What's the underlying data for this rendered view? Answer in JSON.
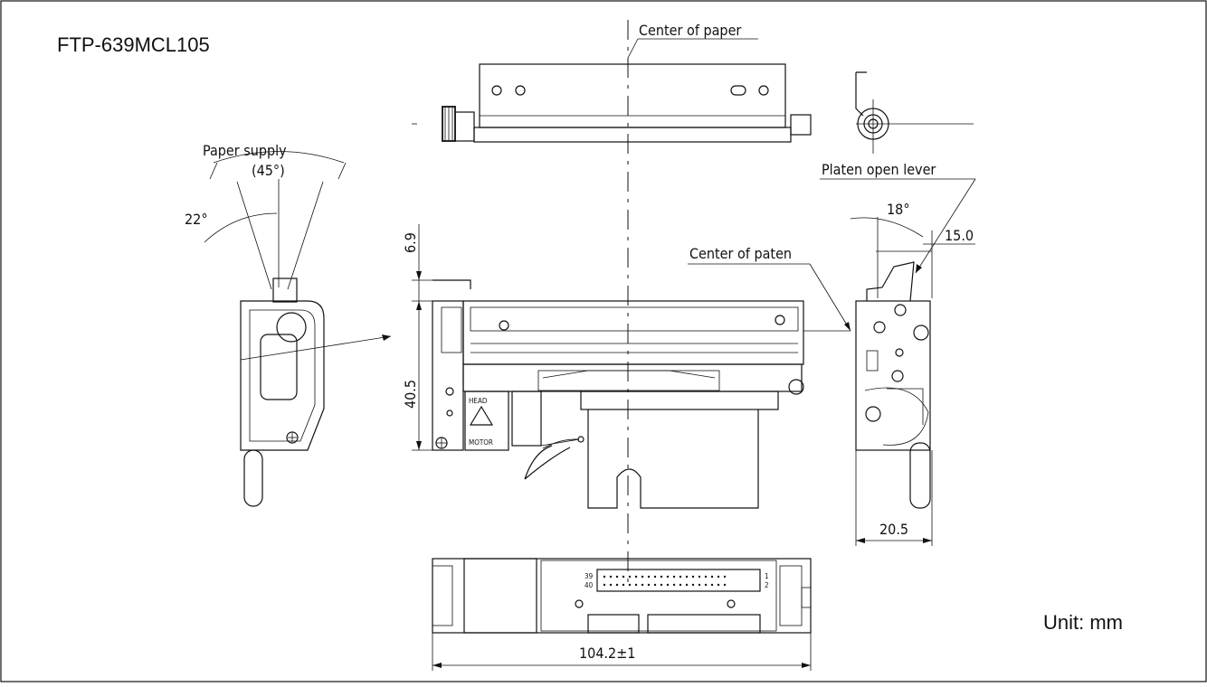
{
  "diagram": {
    "model": "FTP-639MCL105",
    "unit_label": "Unit: mm",
    "callouts": {
      "center_of_paper": "Center of paper",
      "paper_supply": "Paper supply",
      "paper_supply_angle": "(45°)",
      "platen_open_lever": "Platen open lever",
      "center_of_platen": "Center of paten"
    },
    "dimensions": {
      "angle_22": "22°",
      "angle_18": "18°",
      "d_6_9": "6.9",
      "d_40_5": "40.5",
      "d_15_0": "15.0",
      "d_20_5": "20.5",
      "d_width": "104.2±1"
    },
    "markings": {
      "head": "HEAD",
      "motor": "MOTOR",
      "pin_39": "39",
      "pin_40": "40",
      "pin_1": "1",
      "pin_2": "2"
    }
  }
}
